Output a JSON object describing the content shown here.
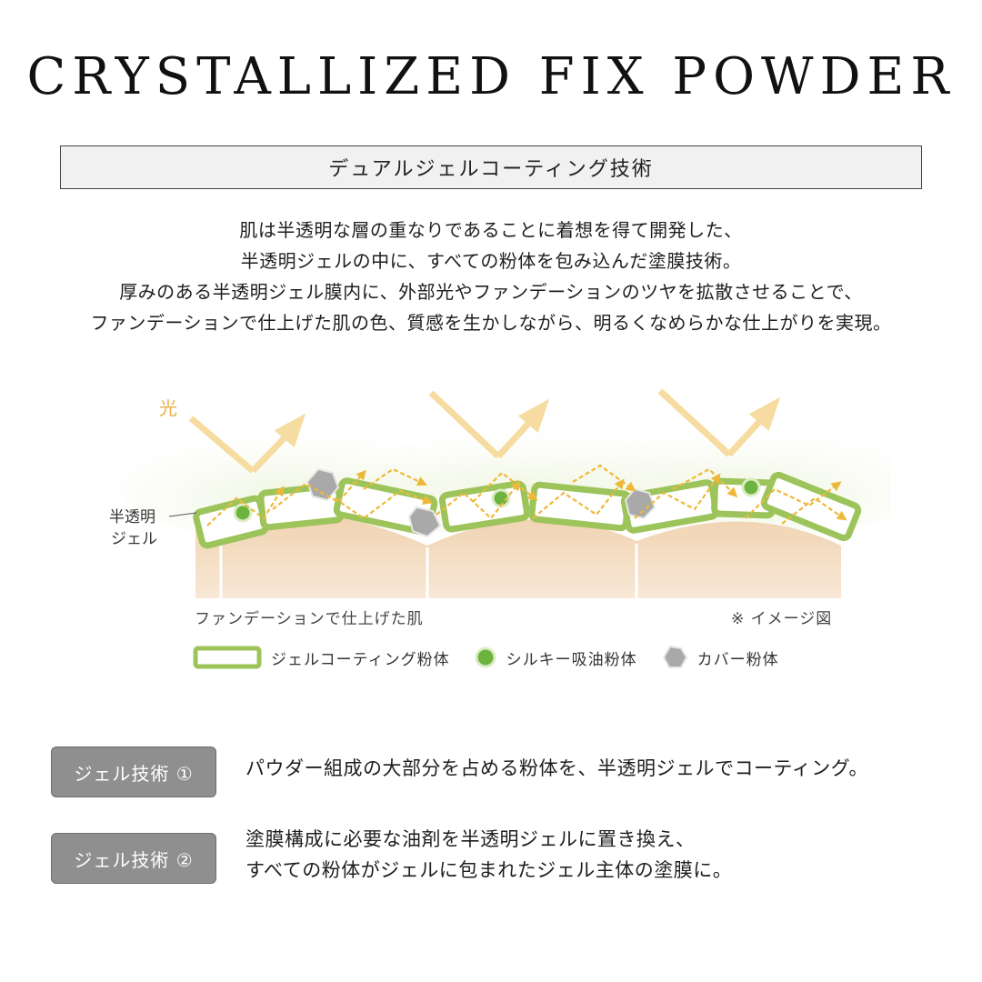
{
  "title": "CRYSTALLIZED FIX POWDER",
  "subtitle": "デュアルジェルコーティング技術",
  "description": [
    "肌は半透明な層の重なりであることに着想を得て開発した、",
    "半透明ジェルの中に、すべての粉体を包み込んだ塗膜技術。",
    "厚みのある半透明ジェル膜内に、外部光やファンデーションのツヤを拡散させることで、",
    "ファンデーションで仕上げた肌の色、質感を生かしながら、明るくなめらかな仕上がりを実現。"
  ],
  "diagram": {
    "light_label": "光",
    "gel_label": [
      "半透明",
      "ジェル"
    ],
    "caption_left": "ファンデーションで仕上げた肌",
    "caption_right": "※ イメージ図",
    "legend": {
      "gel_coating": "ジェルコーティング粉体",
      "silky": "シルキー吸油粉体",
      "cover": "カバー粉体"
    },
    "colors": {
      "gel_green": "#9cc45a",
      "gel_light": "#e4efcc",
      "silky_green": "#6cb33f",
      "cover_gray": "#a9a9a9",
      "skin": "#f3dcc0",
      "light_arrow": "#f6dca0",
      "scatter_arrow": "#eeb93a"
    }
  },
  "techniques": [
    {
      "badge": "ジェル技術 ①",
      "lines": [
        "パウダー組成の大部分を占める粉体を、半透明ジェルでコーティング。"
      ]
    },
    {
      "badge": "ジェル技術 ②",
      "lines": [
        "塗膜構成に必要な油剤を半透明ジェルに置き換え、",
        "すべての粉体がジェルに包まれたジェル主体の塗膜に。"
      ]
    }
  ]
}
